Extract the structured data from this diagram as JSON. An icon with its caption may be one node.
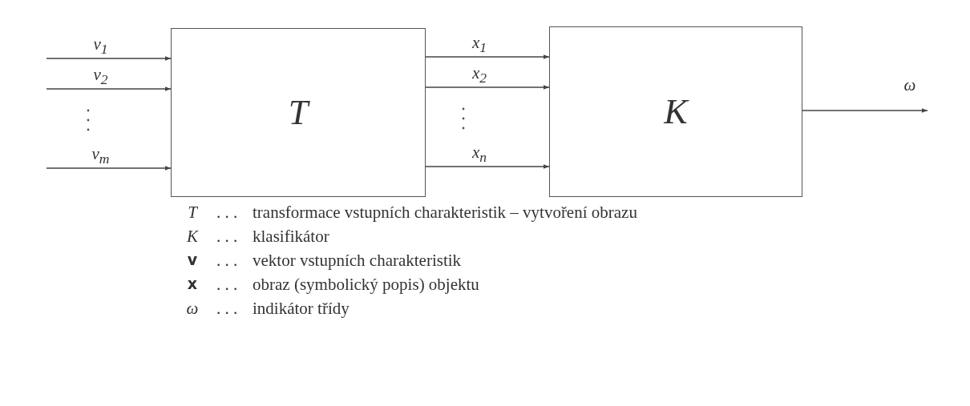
{
  "diagram": {
    "nodes": [
      {
        "text": [
          "T"
        ]
      },
      {
        "text": [
          "K"
        ]
      }
    ],
    "edges": [
      {
        "from": null,
        "to": 0,
        "arrow": "to",
        "label": "v$_{1}$"
      },
      {
        "from": null,
        "to": 0,
        "arrow": "to",
        "label": "v$_{2}$"
      },
      {
        "from": null,
        "to": 0,
        "arrow": "to",
        "label": "v$_{m}$"
      },
      {
        "from": 0,
        "to": 1,
        "arrow": "to",
        "label": "x$_{1}$"
      },
      {
        "from": 0,
        "to": 1,
        "arrow": "to",
        "label": "x$_{2}$"
      },
      {
        "from": 0,
        "to": 1,
        "arrow": "to",
        "label": "x$_{n}$"
      },
      {
        "from": 1,
        "to": null,
        "arrow": "to",
        "label": "ω"
      }
    ],
    "labels": [
      "T",
      ". . .",
      "transformace vstupních charakteristik – vytvoření obrazu",
      "K",
      ". . .",
      "klasifikátor",
      "v",
      ". . .",
      "vektor vstupních charakteristik",
      "x",
      ". . .",
      "obraz (symbolický popis) objektu",
      "ω",
      ". . .",
      "indikátor třídy"
    ]
  }
}
